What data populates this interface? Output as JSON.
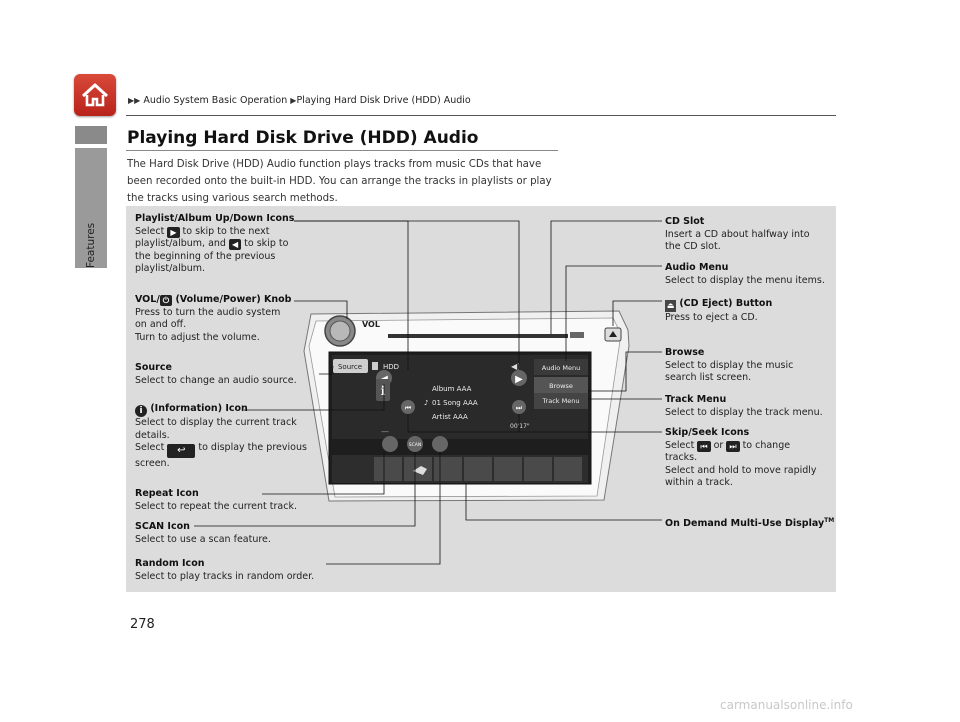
{
  "header": {
    "breadcrumb_1": "Audio System Basic Operation",
    "breadcrumb_2": "Playing Hard Disk Drive (HDD) Audio",
    "sidebar_label": "Features"
  },
  "page": {
    "title": "Playing Hard Disk Drive (HDD) Audio",
    "intro": "The Hard Disk Drive (HDD) Audio function plays tracks from music CDs that have been recorded onto the built-in HDD. You can arrange the tracks in playlists or play the tracks using various search methods.",
    "number": "278",
    "footer": "carmanualsonline.info"
  },
  "labels": {
    "playlist": {
      "title": "Playlist/Album Up/Down Icons",
      "l1a": "Select",
      "l1b": "to skip to the next",
      "l2a": "playlist/album, and",
      "l2b": "to skip to",
      "l3": "the beginning of the previous",
      "l4": "playlist/album."
    },
    "vol": {
      "title_a": "VOL/",
      "title_b": "(Volume/Power) Knob",
      "l1": "Press to turn the audio system",
      "l2": "on and off.",
      "l3": "Turn to adjust the volume."
    },
    "source": {
      "title": "Source",
      "l1": "Select to change an audio source."
    },
    "info": {
      "title": "(Information) Icon",
      "l1": "Select to display the current track",
      "l2": "details.",
      "l3a": "Select",
      "l3b": "to display the previous",
      "l4": "screen."
    },
    "repeat": {
      "title": "Repeat Icon",
      "l1": "Select to repeat the current track."
    },
    "scan": {
      "title": "SCAN Icon",
      "l1": "Select to use a scan feature."
    },
    "random": {
      "title": "Random Icon",
      "l1": "Select to play tracks in random order."
    },
    "cdslot": {
      "title": "CD Slot",
      "l1": "Insert a CD about halfway into",
      "l2": "the CD slot."
    },
    "audiomenu": {
      "title": "Audio Menu",
      "l1": "Select to display the menu items."
    },
    "eject": {
      "title": "(CD Eject) Button",
      "l1": "Press to eject a CD."
    },
    "browse": {
      "title": "Browse",
      "l1": "Select to display the music",
      "l2": "search list screen."
    },
    "trackmenu": {
      "title": "Track Menu",
      "l1": "Select to display the track menu."
    },
    "skip": {
      "title": "Skip/Seek Icons",
      "l1a": "Select",
      "l1b": "or",
      "l1c": "to change",
      "l2": "tracks.",
      "l3": "Select and hold to move rapidly",
      "l4": "within a track."
    },
    "ondemand": {
      "title": "On Demand Multi-Use Display",
      "tm": "TM"
    }
  },
  "screen": {
    "source_btn": "Source",
    "hdd": "HDD",
    "album": "Album AAA",
    "song": "01 Song AAA",
    "artist": "Artist AAA",
    "audio_menu": "Audio Menu",
    "browse": "Browse",
    "track_menu": "Track Menu",
    "time": "00'17\"",
    "scan": "SCAN",
    "dash": "—"
  }
}
